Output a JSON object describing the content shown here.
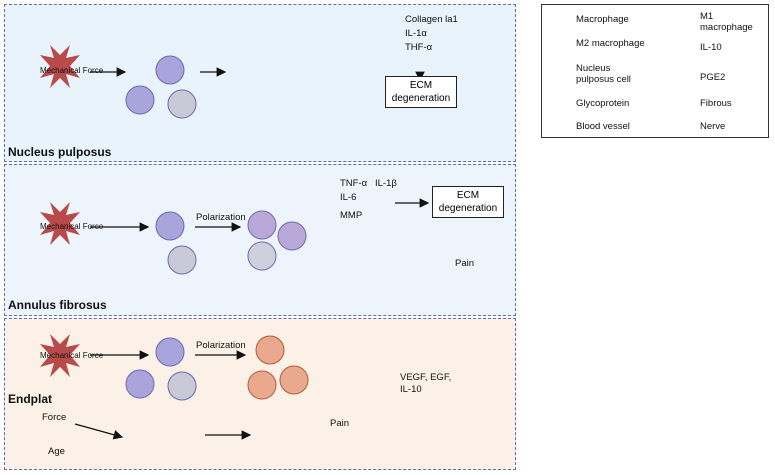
{
  "panels": {
    "nucleus": {
      "title": "Nucleus pulposus",
      "force": "Mechanical Force",
      "markers": [
        "Collagen la1",
        "IL-1α",
        "THF-α"
      ],
      "box": [
        "ECM",
        "degeneration"
      ]
    },
    "annulus": {
      "title": "Annulus fibrosus",
      "force": "Mechanical Force",
      "step": "Polarization",
      "markers": [
        "TNF-α",
        "IL-1β",
        "IL-6",
        "MMP"
      ],
      "box": [
        "ECM",
        "degeneration"
      ],
      "pain": "Pain"
    },
    "endplate": {
      "title": "Endplat",
      "force": "Mechanical Force",
      "step": "Polarization",
      "inputs": [
        "Force",
        "Age"
      ],
      "factors": [
        "VEGF, EGF,",
        "IL-10"
      ],
      "pain": "Pain"
    }
  },
  "legend": [
    {
      "icon": "macrophage-icon",
      "label": "Macrophage"
    },
    {
      "icon": "m1-macrophage-icon",
      "label": "M1 macrophage"
    },
    {
      "icon": "m2-macrophage-icon",
      "label": "M2 macrophage"
    },
    {
      "icon": "il10-icon",
      "label": "IL-10"
    },
    {
      "icon": "nucleus-cell-icon",
      "label": "Nucleus pulposus cell"
    },
    {
      "icon": "pge2-icon",
      "label": "PGE2"
    },
    {
      "icon": "glycoprotein-icon",
      "label": "Glycoprotein"
    },
    {
      "icon": "fibrous-icon",
      "label": "Fibrous"
    },
    {
      "icon": "blood-vessel-icon",
      "label": "Blood vessel"
    },
    {
      "icon": "nerve-icon",
      "label": "Nerve"
    }
  ],
  "colors": {
    "panel_border": "#5b6fb0",
    "force": "#b84a4a",
    "up_arrow": "#d9241f",
    "macrophage": "#8b86c9"
  }
}
